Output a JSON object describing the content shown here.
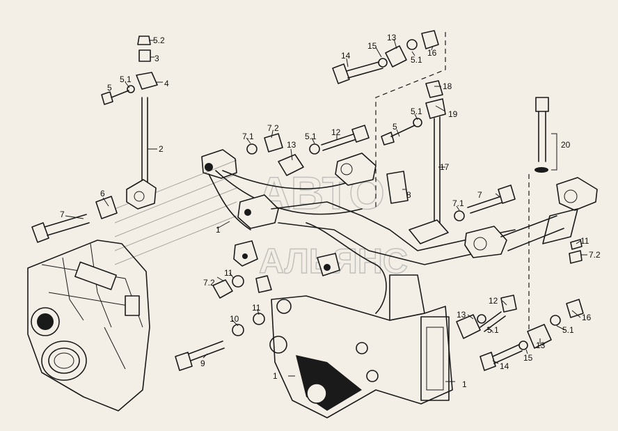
{
  "watermark": {
    "line1": "АВТО",
    "line2": "АЛЬЯНС"
  },
  "callouts": [
    {
      "id": "c-5-2-top",
      "text": "5.2"
    },
    {
      "id": "c-3-top",
      "text": "3"
    },
    {
      "id": "c-4-top",
      "text": "4"
    },
    {
      "id": "c-5-1-top",
      "text": "5.1"
    },
    {
      "id": "c-5-top",
      "text": "5"
    },
    {
      "id": "c-2",
      "text": "2"
    },
    {
      "id": "c-6",
      "text": "6"
    },
    {
      "id": "c-7-left",
      "text": "7"
    },
    {
      "id": "c-1-left",
      "text": "1"
    },
    {
      "id": "c-7-1-mid",
      "text": "7.1"
    },
    {
      "id": "c-7-2-mid",
      "text": "7.2"
    },
    {
      "id": "c-13-mid",
      "text": "13"
    },
    {
      "id": "c-5-1-mid",
      "text": "5.1"
    },
    {
      "id": "c-12-mid",
      "text": "12"
    },
    {
      "id": "c-14-top",
      "text": "14"
    },
    {
      "id": "c-15-top",
      "text": "15"
    },
    {
      "id": "c-13-top",
      "text": "13"
    },
    {
      "id": "c-16-top",
      "text": "16"
    },
    {
      "id": "c-5-1-topright",
      "text": "5.1"
    },
    {
      "id": "c-18",
      "text": "18"
    },
    {
      "id": "c-19",
      "text": "19"
    },
    {
      "id": "c-5-1-r",
      "text": "5.1"
    },
    {
      "id": "c-5-r",
      "text": "5"
    },
    {
      "id": "c-17",
      "text": "17"
    },
    {
      "id": "c-8",
      "text": "8"
    },
    {
      "id": "c-20",
      "text": "20"
    },
    {
      "id": "c-7-right",
      "text": "7"
    },
    {
      "id": "c-7-1-right",
      "text": "7.1"
    },
    {
      "id": "c-11-right",
      "text": "11"
    },
    {
      "id": "c-7-2-right",
      "text": "7.2"
    },
    {
      "id": "c-11-mid",
      "text": "11"
    },
    {
      "id": "c-7-2-low",
      "text": "7.2"
    },
    {
      "id": "c-11-low",
      "text": "11"
    },
    {
      "id": "c-10",
      "text": "10"
    },
    {
      "id": "c-9",
      "text": "9"
    },
    {
      "id": "c-1-bottom",
      "text": "1"
    },
    {
      "id": "c-1-right",
      "text": "1"
    },
    {
      "id": "c-12-low",
      "text": "12"
    },
    {
      "id": "c-13-low",
      "text": "13"
    },
    {
      "id": "c-5-1-low",
      "text": "5.1"
    },
    {
      "id": "c-13-lowr",
      "text": "13"
    },
    {
      "id": "c-5-1-lowr",
      "text": "5.1"
    },
    {
      "id": "c-16-low",
      "text": "16"
    },
    {
      "id": "c-14-low",
      "text": "14"
    },
    {
      "id": "c-15-low",
      "text": "15"
    }
  ]
}
